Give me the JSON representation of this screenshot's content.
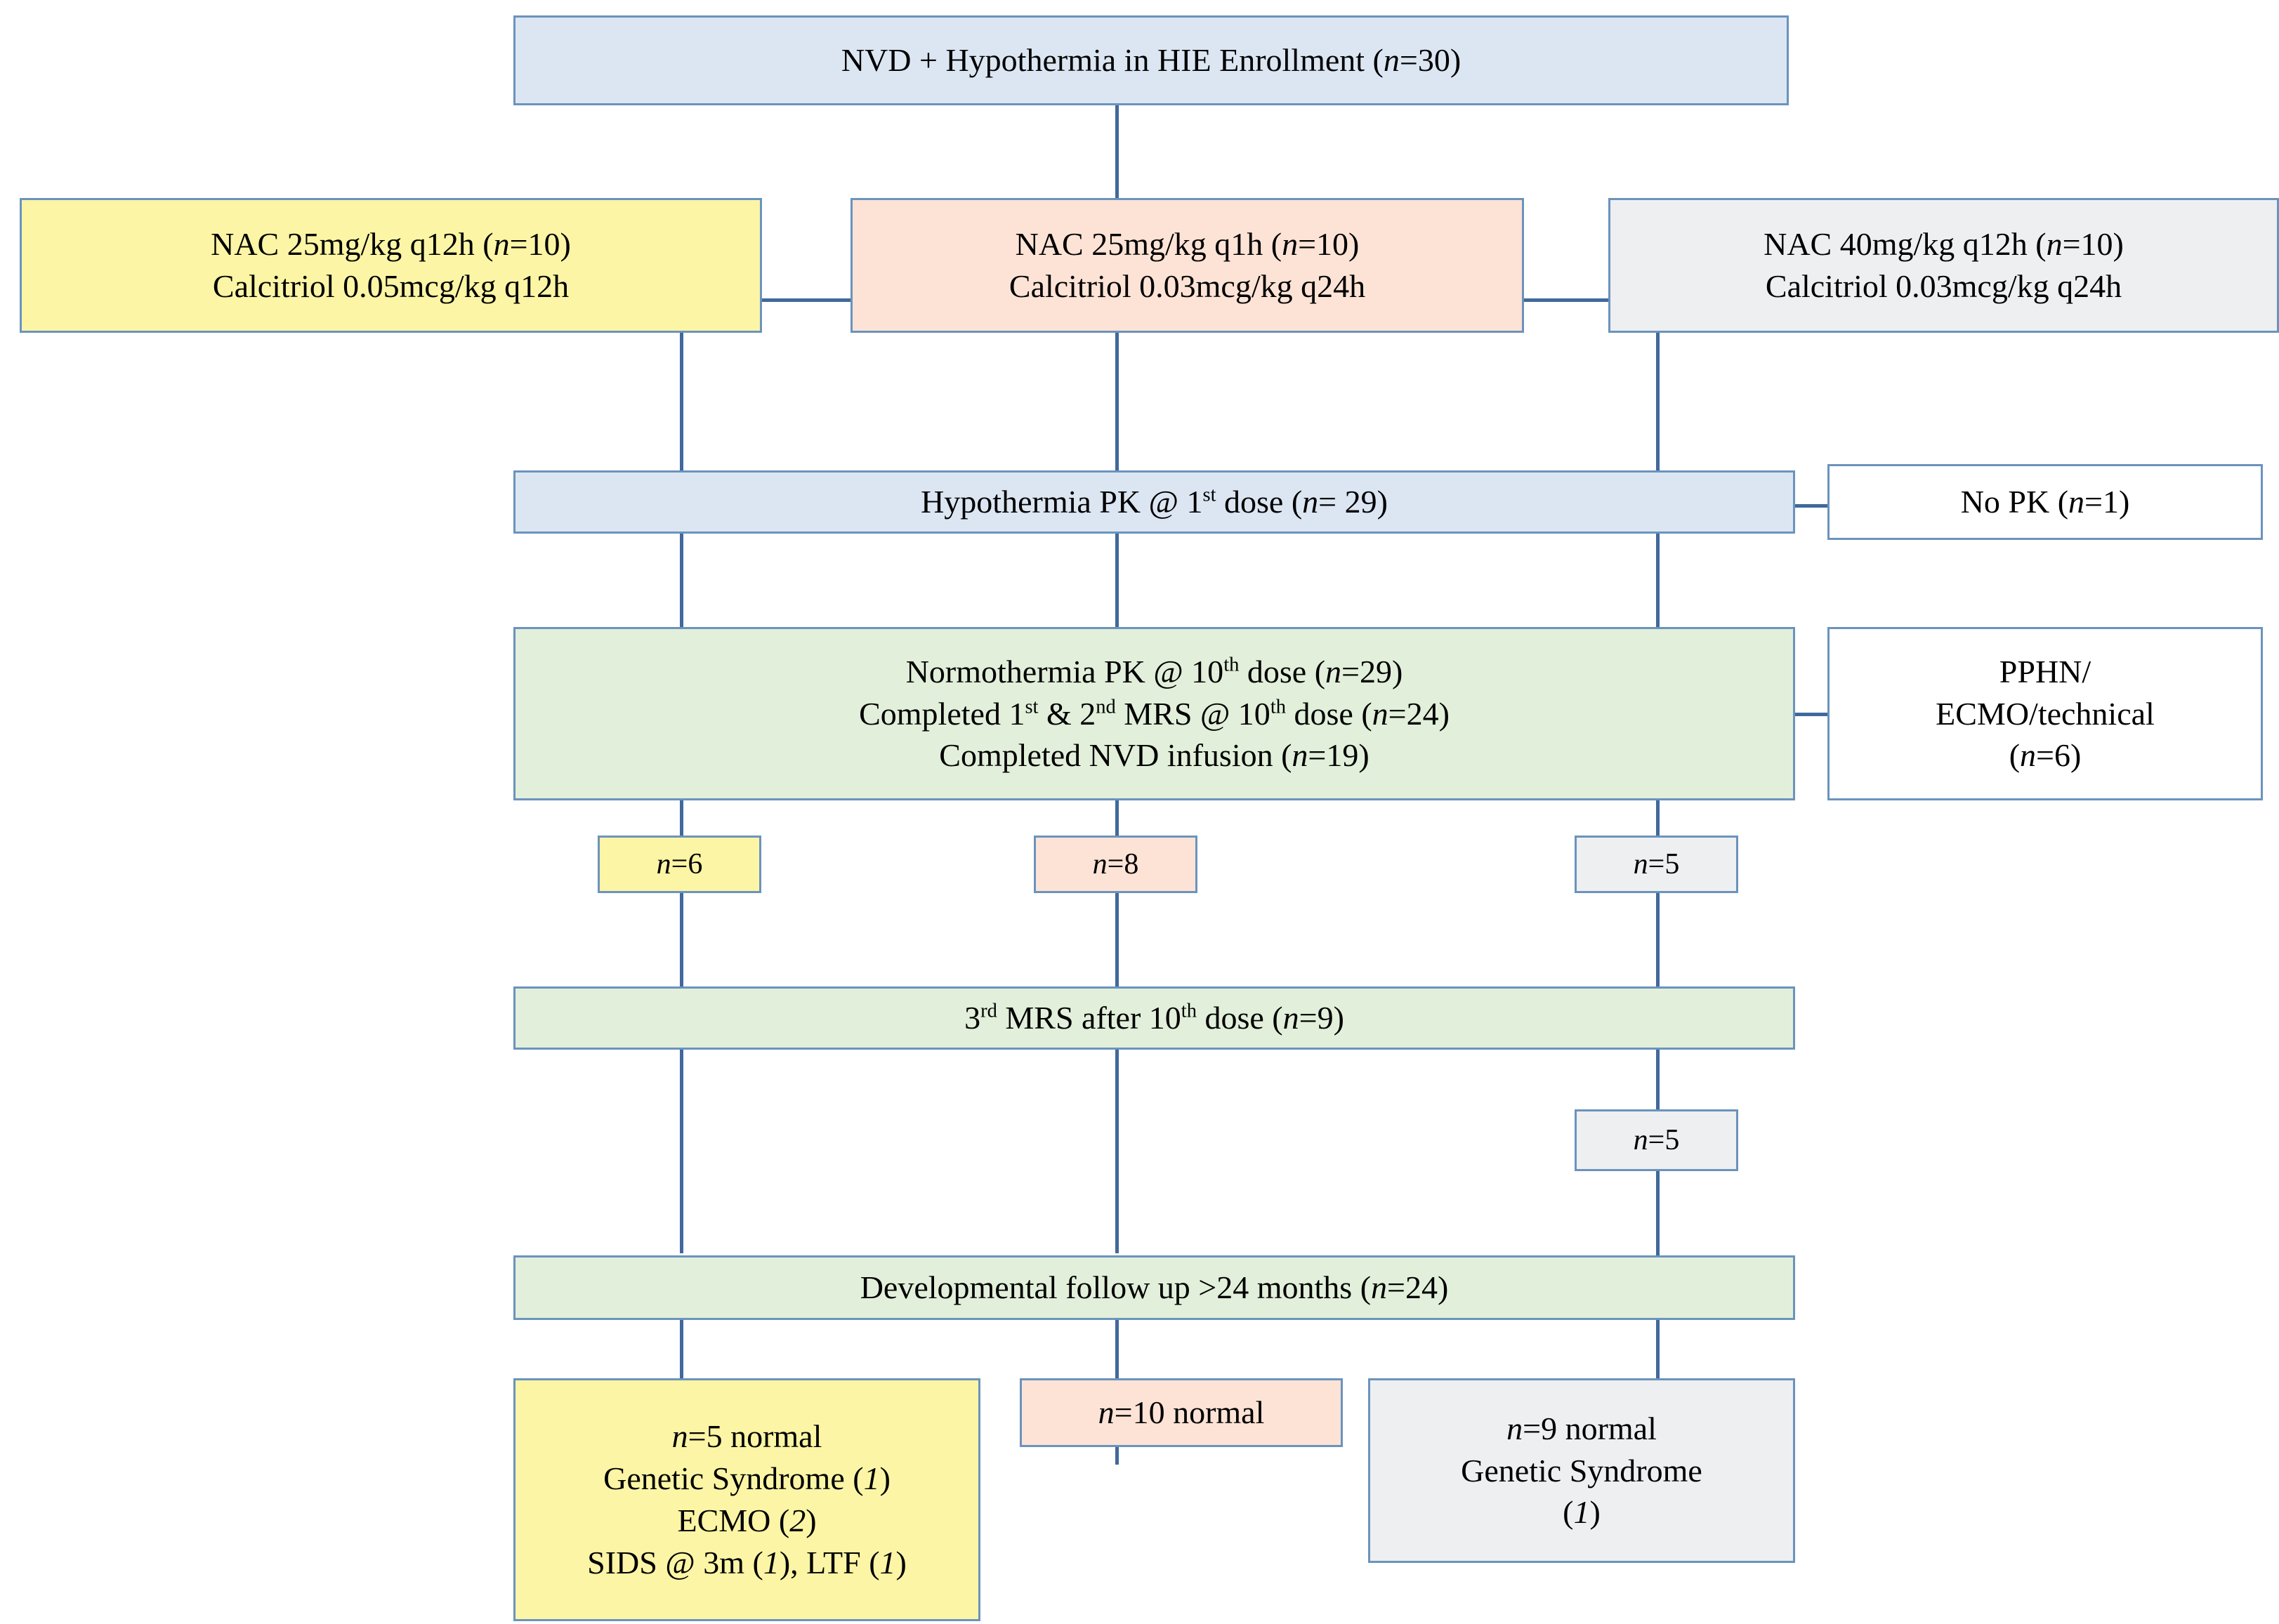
{
  "diagram": {
    "title": "NVD + Hypothermia in HIE study CONSORT flow diagram",
    "colors": {
      "blue": "#dce6f2",
      "yellow": "#fbf5a5",
      "pink": "#fce3d6",
      "gray": "#edeff1",
      "green": "#e2efda",
      "white": "#ffffff",
      "border": "#6b93bd",
      "connector": "#40699c"
    }
  },
  "nodes": {
    "enrollment": {
      "line1": "NVD + Hypothermia in HIE Enrollment (n=30)"
    },
    "arm_yellow": {
      "line1": "NAC 25mg/kg q12h (n=10)",
      "line2": "Calcitriol 0.05mcg/kg q12h"
    },
    "arm_pink": {
      "line1": "NAC 25mg/kg q1h (n=10)",
      "line2": "Calcitriol 0.03mcg/kg q24h"
    },
    "arm_gray": {
      "line1": "NAC 40mg/kg q12h (n=10)",
      "line2": "Calcitriol 0.03mcg/kg q24h"
    },
    "hypothermia_pk": {
      "line1_pre": "Hypothermia PK @ 1",
      "line1_sup": "st",
      "line1_post": " dose (n= 29)"
    },
    "no_pk": {
      "line1": "No PK (n=1)"
    },
    "normothermia_pk": {
      "line1_pre": "Normothermia PK @ 10",
      "line1_sup": "th",
      "line1_post": " dose (n=29)",
      "line2_a": "Completed 1",
      "line2_sup1": "st",
      "line2_b": " & 2",
      "line2_sup2": "nd",
      "line2_c": " MRS @ 10",
      "line2_sup3": "th",
      "line2_d": " dose (n=24)",
      "line3": "Completed NVD infusion (n=19)"
    },
    "pphn_ecmo": {
      "line1": "PPHN/",
      "line2": "ECMO/technical",
      "line3": "(n=6)"
    },
    "mrs3": {
      "line1_pre": "3",
      "line1_sup1": "rd",
      "line1_mid": " MRS after 10",
      "line1_sup2": "th",
      "line1_post": " dose (n=9)"
    },
    "followup": {
      "line1": "Developmental follow up >24 months (n=24)"
    },
    "outcome_yellow": {
      "line1": "n=5 normal",
      "line2": "Genetic Syndrome (1)",
      "line3": "ECMO (2)",
      "line4": "SIDS @ 3m (1), LTF (1)"
    },
    "outcome_pink": {
      "line1": "n=10 normal"
    },
    "outcome_gray": {
      "line1": "n=9 normal",
      "line2": "Genetic Syndrome",
      "line3": "(1)"
    }
  },
  "badges": {
    "yellow_n6": "n=6",
    "pink_n8": "n=8",
    "gray_n5_upper": "n=5",
    "gray_n5_lower": "n=5"
  }
}
